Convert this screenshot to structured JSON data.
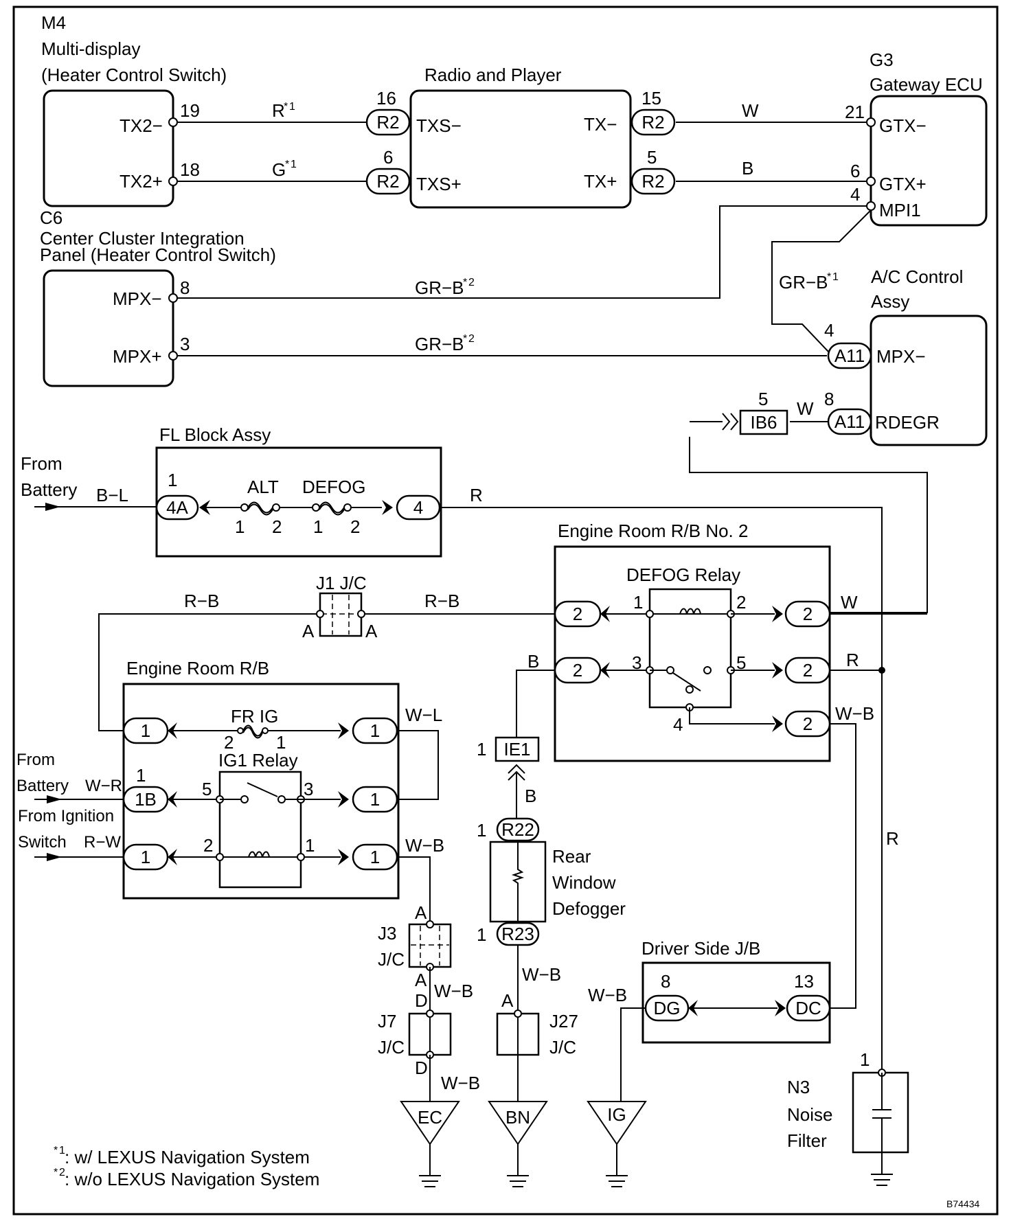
{
  "components": {
    "m4": {
      "code": "M4",
      "name": "Multi-display",
      "sub": "(Heater Control Switch)",
      "tx2m": "TX2−",
      "tx2p": "TX2+",
      "p19": "19",
      "p18": "18"
    },
    "radio": {
      "name": "Radio and Player",
      "txsm": "TXS−",
      "txsp": "TXS+",
      "txm": "TX−",
      "txp": "TX+",
      "p16": "16",
      "p6": "6",
      "p15": "15",
      "p5": "5",
      "conn": "R2"
    },
    "g3": {
      "code": "G3",
      "name": "Gateway ECU",
      "gtxm": "GTX−",
      "gtxp": "GTX+",
      "mpi1": "MPI1",
      "p21": "21",
      "p6": "6",
      "p4": "4"
    },
    "c6": {
      "code": "C6",
      "name1": "Center Cluster Integration",
      "name2": "Panel (Heater Control Switch)",
      "mpxm": "MPX−",
      "mpxp": "MPX+",
      "p8": "8",
      "p3": "3"
    },
    "ac": {
      "name1": "A/C Control",
      "name2": "Assy",
      "mpxm": "MPX−",
      "rdegr": "RDEGR",
      "p4": "4",
      "p8": "8",
      "conn": "A11"
    },
    "ib6": {
      "conn": "IB6",
      "pin": "5"
    },
    "fl": {
      "name": "FL Block Assy",
      "from1": "From",
      "from2": "Battery",
      "pin1": "1",
      "c4a": "4A",
      "alt": "ALT",
      "defog": "DEFOG",
      "a1": "1",
      "a2": "2",
      "d1": "1",
      "d2": "2",
      "c4": "4"
    },
    "j1": {
      "name": "J1 J/C",
      "a": "A"
    },
    "erb2": {
      "name": "Engine Room R/B No. 2",
      "relay": "DEFOG Relay",
      "c2": "2",
      "p1": "1",
      "p2": "2",
      "p3": "3",
      "p4": "4",
      "p5": "5"
    },
    "erb": {
      "name": "Engine Room R/B",
      "frig": "FR IG",
      "f2": "2",
      "f1": "1",
      "relay": "IG1 Relay",
      "p5": "5",
      "p3": "3",
      "p2": "2",
      "p1": "1",
      "c1": "1",
      "c1b": "1B",
      "pin1": "1"
    },
    "left": {
      "fb1": "From",
      "fb2": "Battery",
      "fi1": "From Ignition",
      "fi2": "Switch"
    },
    "ie1": {
      "conn": "IE1",
      "pin": "1"
    },
    "defogger": {
      "n1": "Rear",
      "n2": "Window",
      "n3": "Defogger",
      "r22": "R22",
      "r23": "R23",
      "pin": "1"
    },
    "j3": {
      "n1": "J3",
      "n2": "J/C",
      "a": "A"
    },
    "j7": {
      "n1": "J7",
      "n2": "J/C",
      "d": "D"
    },
    "j27": {
      "n1": "J27",
      "n2": "J/C",
      "a": "A"
    },
    "djb": {
      "name": "Driver Side J/B",
      "p8": "8",
      "p13": "13",
      "dg": "DG",
      "dc": "DC"
    },
    "n3": {
      "code": "N3",
      "n1": "Noise",
      "n2": "Filter",
      "pin": "1"
    },
    "grounds": {
      "ec": "EC",
      "bn": "BN",
      "ig": "IG"
    }
  },
  "wires": {
    "r": "R",
    "g": "G",
    "w": "W",
    "b": "B",
    "grb": "GR−B",
    "bl": "B−L",
    "rb": "R−B",
    "wl": "W−L",
    "wr": "W−R",
    "rw": "R−W",
    "wb": "W−B"
  },
  "notes": {
    "star": "*",
    "m1": "1",
    "m2": "2",
    "n1": ": w/ LEXUS Navigation System",
    "n2": ": w/o LEXUS Navigation System"
  },
  "code": "B74434"
}
